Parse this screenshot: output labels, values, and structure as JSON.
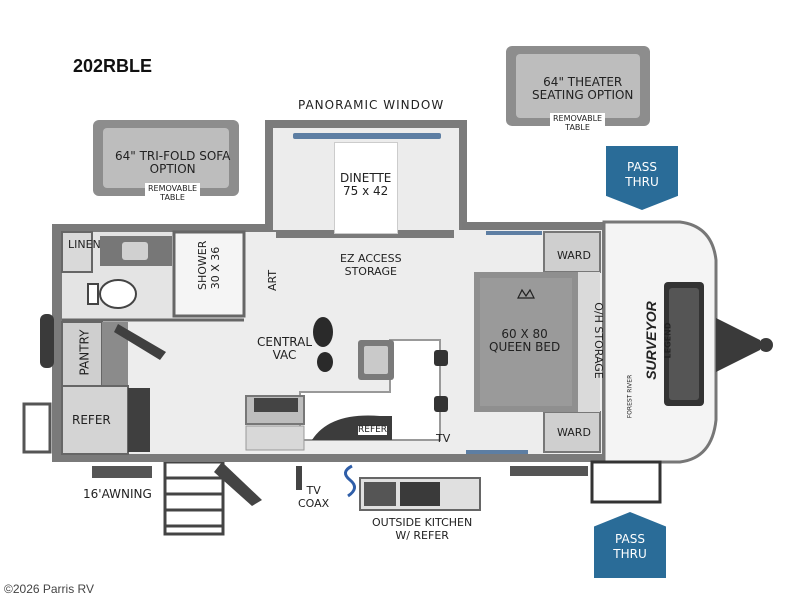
{
  "model": "202RBLE",
  "labels": {
    "panoramic_window": "PANORAMIC WINDOW",
    "theater_line1": "64\" THEATER",
    "theater_line2": "SEATING OPTION",
    "removable_table": "REMOVABLE",
    "removable_table2": "TABLE",
    "trifold_line1": "64\" TRI-FOLD SOFA",
    "trifold_line2": "OPTION",
    "dinette_line1": "DINETTE",
    "dinette_line2": "75 x 42",
    "pass_thru_line1": "PASS",
    "pass_thru_line2": "THRU",
    "linen": "LINEN",
    "shower_line1": "SHOWER",
    "shower_line2": "30 X 36",
    "art": "ART",
    "ez_access_line1": "EZ ACCESS",
    "ez_access_line2": "STORAGE",
    "ward": "WARD",
    "oh_storage": "O/H STORAGE",
    "bed_line1": "60 X 80",
    "bed_line2": "QUEEN BED",
    "pantry": "PANTRY",
    "central_vac_line1": "CENTRAL",
    "central_vac_line2": "VAC",
    "refer": "REFER",
    "tv": "TV",
    "awning": "16'AWNING",
    "tv_coax_line1": "TV",
    "tv_coax_line2": "COAX",
    "outside_kitchen_line1": "OUTSIDE KITCHEN",
    "outside_kitchen_line2": "W/ REFER",
    "brand": "SURVEYOR",
    "brand_sub": "LEGEND",
    "brand_small": "FOREST RIVER"
  },
  "copyright": "©2026 Parris RV",
  "colors": {
    "pass_thru": "#2a6c98",
    "wall": "#7d7d7d",
    "floor": "#eeeeee",
    "bed": "#8f8f8f"
  },
  "icons": [
    "bootprint-icon",
    "crown-icon",
    "toilet-icon",
    "sink-icon",
    "stove-icon",
    "awning-hose-icon"
  ]
}
